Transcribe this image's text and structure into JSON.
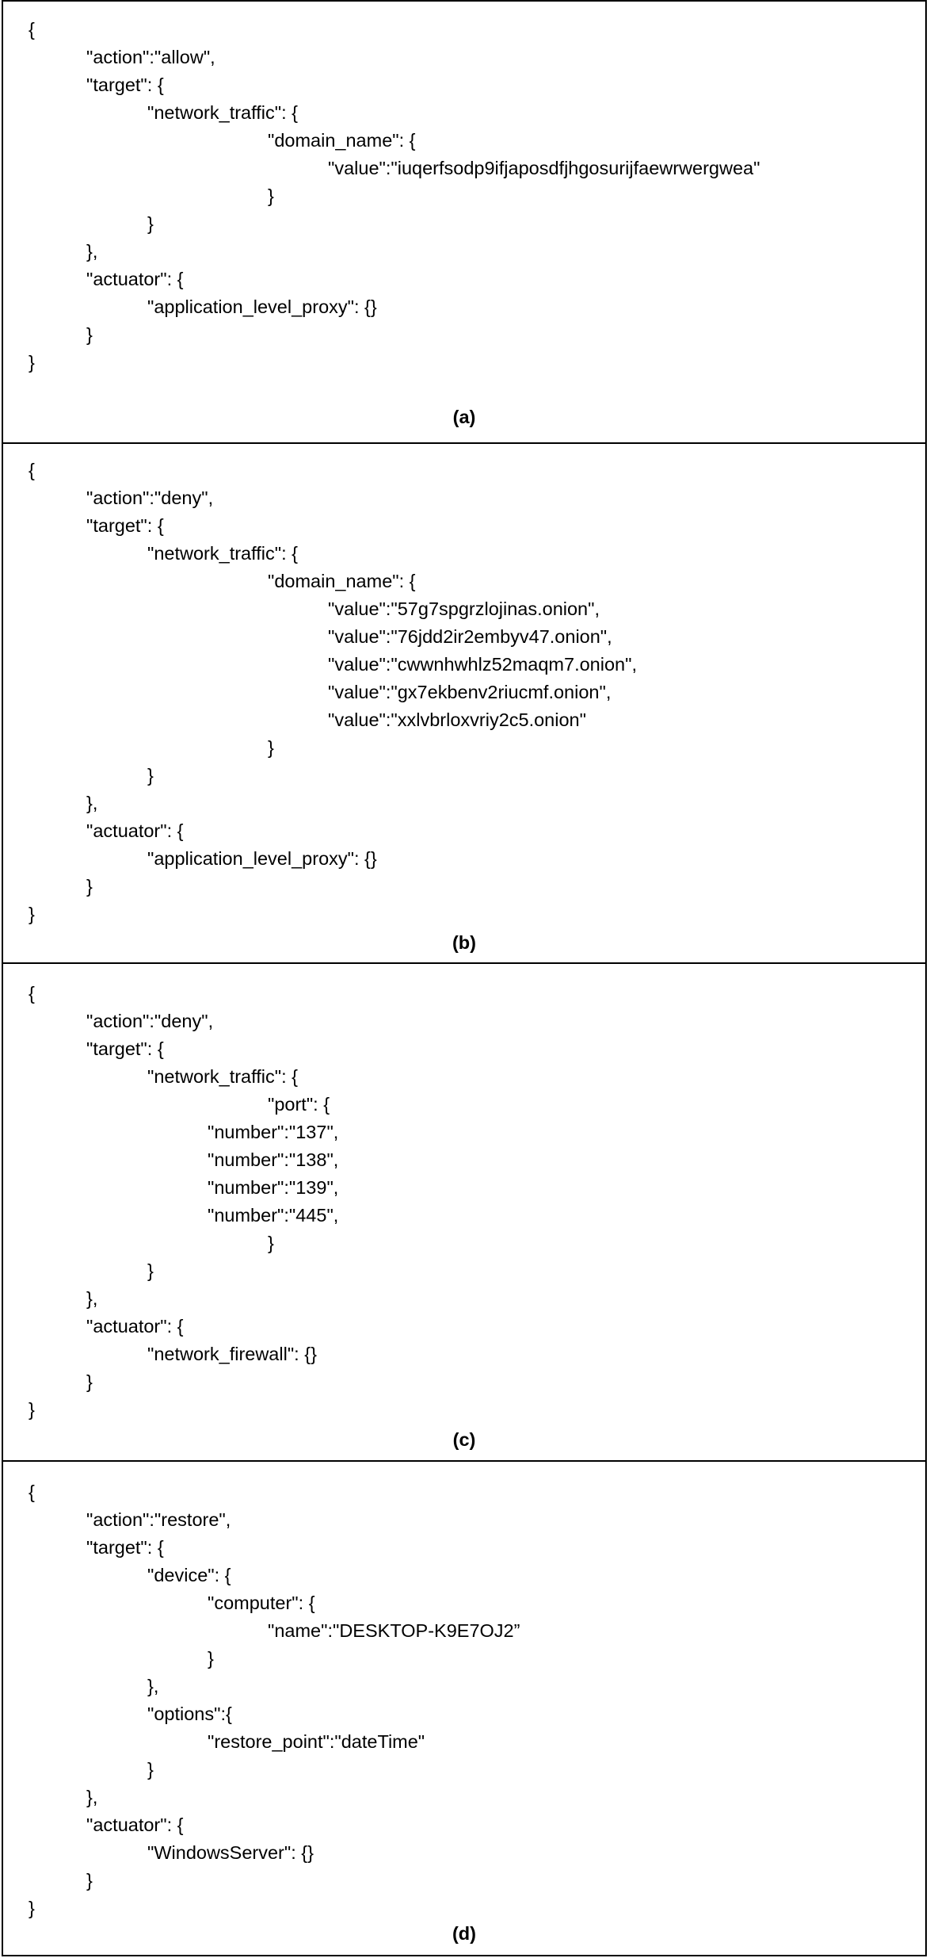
{
  "panels": [
    {
      "caption": "(a)",
      "lines": [
        "{",
        "\"action\":\"allow\",",
        "\"target\": {",
        "\"network_traffic\": {",
        "\"domain_name\": {",
        "\"value\":\"iuqerfsodp9ifjaposdfjhgosurijfaewrwergwea\"",
        "}",
        "}",
        "},",
        "\"actuator\": {",
        "\"application_level_proxy\": {}",
        "}",
        "}"
      ]
    },
    {
      "caption": "(b)",
      "lines": [
        "{",
        "\"action\":\"deny\",",
        "\"target\": {",
        "\"network_traffic\": {",
        "\"domain_name\": {",
        "\"value\":\"57g7spgrzlojinas.onion\",",
        "\"value\":\"76jdd2ir2embyv47.onion\",",
        "\"value\":\"cwwnhwhlz52maqm7.onion\",",
        "\"value\":\"gx7ekbenv2riucmf.onion\",",
        "\"value\":\"xxlvbrloxvriy2c5.onion\"",
        "}",
        "}",
        "},",
        "\"actuator\": {",
        "\"application_level_proxy\": {}",
        "}",
        "}"
      ]
    },
    {
      "caption": "(c)",
      "lines": [
        "{",
        "\"action\":\"deny\",",
        "\"target\": {",
        "\"network_traffic\": {",
        "\"port\": {",
        "\"number\":\"137\",",
        "\"number\":\"138\",",
        "\"number\":\"139\",",
        "\"number\":\"445\",",
        "}",
        "}",
        "},",
        "\"actuator\": {",
        "\"network_firewall\": {}",
        "}",
        "}"
      ]
    },
    {
      "caption": "(d)",
      "lines": [
        "{",
        "\"action\":\"restore\",",
        "\"target\": {",
        "\"device\": {",
        "\"computer\": {",
        "\"name\":\"DESKTOP-K9E7OJ2”",
        "}",
        "},",
        "\"options\":{",
        "\"restore_point\":\"dateTime\"",
        "}",
        "},",
        "\"actuator\": {",
        "\"WindowsServer\": {}",
        "}",
        "}"
      ]
    }
  ]
}
